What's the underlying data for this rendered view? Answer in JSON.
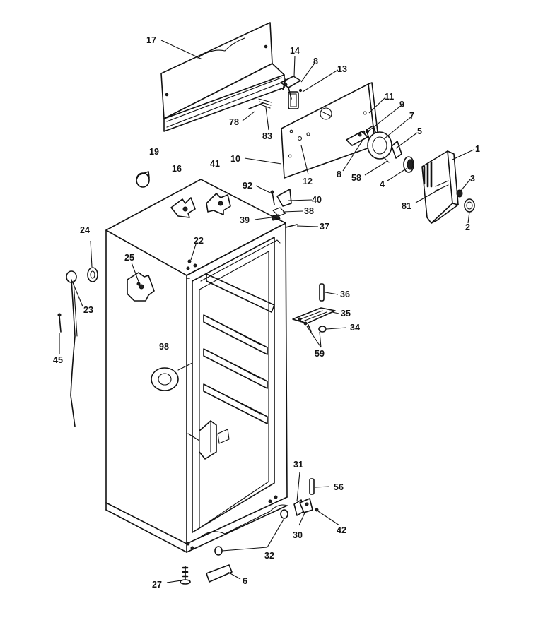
{
  "callouts": [
    {
      "id": "17",
      "text": "17"
    },
    {
      "id": "14",
      "text": "14"
    },
    {
      "id": "8a",
      "text": "8"
    },
    {
      "id": "13",
      "text": "13"
    },
    {
      "id": "11",
      "text": "11"
    },
    {
      "id": "9",
      "text": "9"
    },
    {
      "id": "7",
      "text": "7"
    },
    {
      "id": "5",
      "text": "5"
    },
    {
      "id": "1",
      "text": "1"
    },
    {
      "id": "78",
      "text": "78"
    },
    {
      "id": "83",
      "text": "83"
    },
    {
      "id": "19",
      "text": "19"
    },
    {
      "id": "10",
      "text": "10"
    },
    {
      "id": "16",
      "text": "16"
    },
    {
      "id": "41",
      "text": "41"
    },
    {
      "id": "12",
      "text": "12"
    },
    {
      "id": "8b",
      "text": "8"
    },
    {
      "id": "58",
      "text": "58"
    },
    {
      "id": "4",
      "text": "4"
    },
    {
      "id": "3",
      "text": "3"
    },
    {
      "id": "92",
      "text": "92"
    },
    {
      "id": "40",
      "text": "40"
    },
    {
      "id": "81",
      "text": "81"
    },
    {
      "id": "38",
      "text": "38"
    },
    {
      "id": "39",
      "text": "39"
    },
    {
      "id": "37",
      "text": "37"
    },
    {
      "id": "2",
      "text": "2"
    },
    {
      "id": "24",
      "text": "24"
    },
    {
      "id": "22",
      "text": "22"
    },
    {
      "id": "25",
      "text": "25"
    },
    {
      "id": "23",
      "text": "23"
    },
    {
      "id": "36",
      "text": "36"
    },
    {
      "id": "35",
      "text": "35"
    },
    {
      "id": "34",
      "text": "34"
    },
    {
      "id": "59",
      "text": "59"
    },
    {
      "id": "45",
      "text": "45"
    },
    {
      "id": "98",
      "text": "98"
    },
    {
      "id": "31",
      "text": "31"
    },
    {
      "id": "56",
      "text": "56"
    },
    {
      "id": "42",
      "text": "42"
    },
    {
      "id": "30",
      "text": "30"
    },
    {
      "id": "32",
      "text": "32"
    },
    {
      "id": "27",
      "text": "27"
    },
    {
      "id": "6",
      "text": "6"
    }
  ]
}
